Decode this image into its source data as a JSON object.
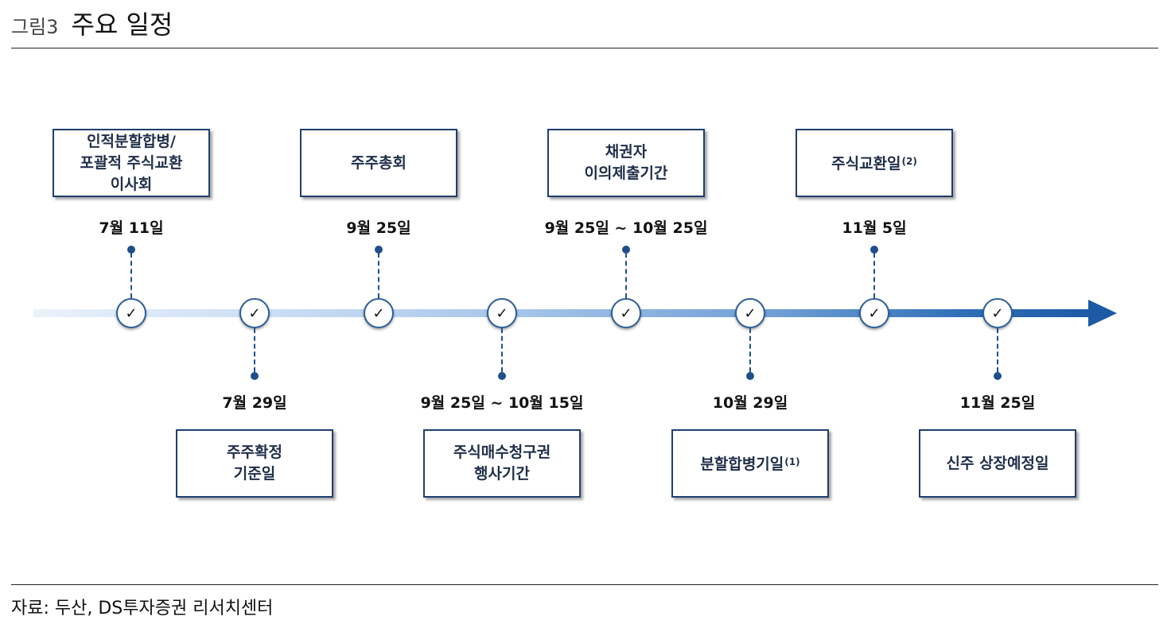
{
  "figure": {
    "label": "그림3",
    "title": "주요 일정"
  },
  "source": "자료: 두산, DS투자증권 리서치센터",
  "node_icon": "checkmark-icon",
  "node_mark": "✓",
  "colors": {
    "box_border": "#1f3f6e",
    "axis_end": "#1c5aa6",
    "connector": "#1f4f8a"
  },
  "events": [
    {
      "date": "7월 11일",
      "label_lines": [
        "인적분할합병/",
        "포괄적 주식교환",
        "이사회"
      ],
      "note": ""
    },
    {
      "date": "7월 29일",
      "label_lines": [
        "주주확정",
        "기준일"
      ],
      "note": ""
    },
    {
      "date": "9월 25일",
      "label_lines": [
        "주주총회"
      ],
      "note": ""
    },
    {
      "date": "9월 25일 ~ 10월 15일",
      "label_lines": [
        "주식매수청구권",
        "행사기간"
      ],
      "note": ""
    },
    {
      "date": "9월 25일 ~ 10월 25일",
      "label_lines": [
        "채권자",
        "이의제출기간"
      ],
      "note": ""
    },
    {
      "date": "10월 29일",
      "label_lines": [
        "분할합병기일"
      ],
      "note": "(1)"
    },
    {
      "date": "11월 5일",
      "label_lines": [
        "주식교환일"
      ],
      "note": "(2)"
    },
    {
      "date": "11월 25일",
      "label_lines": [
        "신주 상장예정일"
      ],
      "note": ""
    }
  ]
}
